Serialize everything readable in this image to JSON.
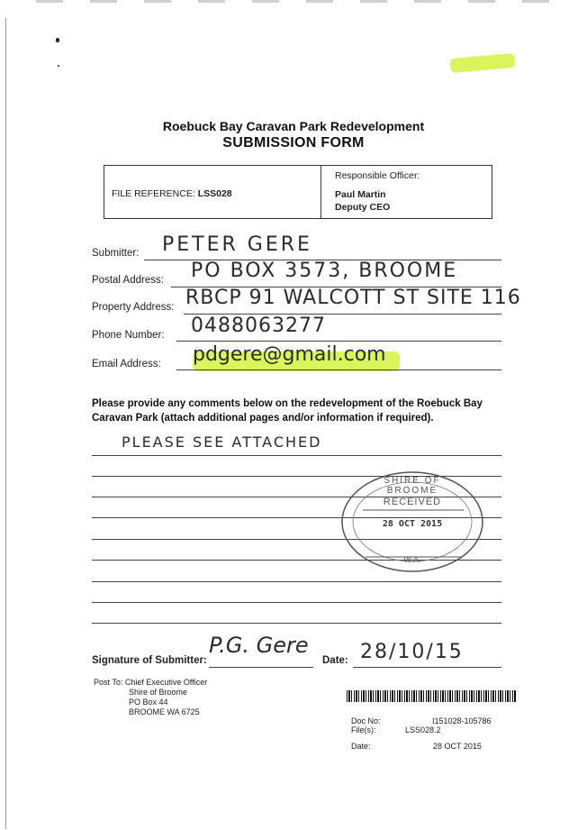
{
  "header": {
    "title": "Roebuck Bay Caravan Park Redevelopment",
    "subtitle": "SUBMISSION FORM"
  },
  "reference_box": {
    "file_reference_label": "FILE REFERENCE:",
    "file_reference_value": "LSS028",
    "responsible_officer_label": "Responsible Officer:",
    "officer_name": "Paul Martin",
    "officer_title": "Deputy CEO"
  },
  "fields": {
    "submitter_label": "Submitter:",
    "submitter_value": "PETER GERE",
    "postal_label": "Postal Address:",
    "postal_value": "PO BOX 3573, BROOME",
    "property_label": "Property Address:",
    "property_value": "RBCP 91 WALCOTT ST SITE 116",
    "phone_label": "Phone Number:",
    "phone_value": "0488063277",
    "email_label": "Email Address:",
    "email_value": "pdgere@gmail.com"
  },
  "comments": {
    "instructions": "Please provide any comments below on the redevelopment of the Roebuck Bay Caravan Park (attach additional pages and/or information if required).",
    "comment_text": "PLEASE SEE ATTACHED"
  },
  "stamp": {
    "top_text": "SHIRE OF BROOME",
    "received": "RECEIVED",
    "date": "28 OCT 2015",
    "bottom": "W.A."
  },
  "signature": {
    "label": "Signature of Submitter:",
    "signature_text": "P.G. Gere",
    "date_label": "Date:",
    "date_value": "28/10/15"
  },
  "post_to": {
    "line1": "Post To: Chief Executive Officer",
    "line2": "Shire of Broome",
    "line3": "PO Box 44",
    "line4": "BROOME  WA  6725"
  },
  "records": {
    "doc_no_label": "Doc No:",
    "doc_no_value": "I151028-105786",
    "files_label": "File(s):",
    "files_value": "LSS028.2",
    "date_label": "Date:",
    "date_value": "28 OCT 2015"
  },
  "colors": {
    "highlight": "#d4f241",
    "ink": "#2b2b2b",
    "stamp_ink": "#555555"
  }
}
